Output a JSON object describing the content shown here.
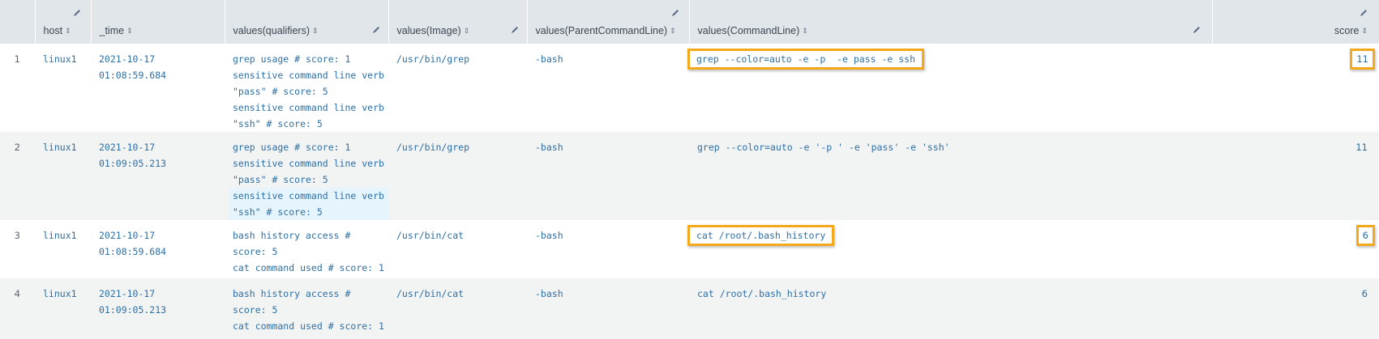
{
  "table": {
    "columns": [
      {
        "label": "",
        "sortable": false
      },
      {
        "label": "host",
        "sortable": true,
        "edit_icon": "top"
      },
      {
        "label": "_time",
        "sortable": true
      },
      {
        "label": "values(qualifiers)",
        "sortable": true,
        "edit_icon": "side"
      },
      {
        "label": "values(Image)",
        "sortable": true,
        "edit_icon": "side"
      },
      {
        "label": "values(ParentCommandLine)",
        "sortable": true,
        "edit_icon": "top"
      },
      {
        "label": "values(CommandLine)",
        "sortable": true,
        "edit_icon": "side"
      },
      {
        "label": "score",
        "sortable": true,
        "edit_icon": "top"
      }
    ],
    "sort_icon": "⇕",
    "rows": [
      {
        "index": "1",
        "host": "linux1",
        "time_date": "2021-10-17",
        "time_clock": "01:08:59.684",
        "qualifiers": [
          "grep usage # score: 1",
          "sensitive command line verb",
          "\"pass\" # score: 5",
          "sensitive command line verb",
          "\"ssh\" # score: 5"
        ],
        "image": "/usr/bin/grep",
        "parent_command_line": "-bash",
        "command_line": "grep --color=auto -e -p  -e pass -e ssh",
        "score": "11",
        "highlighted": true
      },
      {
        "index": "2",
        "host": "linux1",
        "time_date": "2021-10-17",
        "time_clock": "01:09:05.213",
        "qualifiers": [
          "grep usage # score: 1",
          "sensitive command line verb",
          "\"pass\" # score: 5",
          "sensitive command line verb",
          "\"ssh\" # score: 5"
        ],
        "image": "/usr/bin/grep",
        "parent_command_line": "-bash",
        "command_line": "grep --color=auto -e '-p ' -e 'pass' -e 'ssh'",
        "score": "11",
        "highlighted": false
      },
      {
        "index": "3",
        "host": "linux1",
        "time_date": "2021-10-17",
        "time_clock": "01:08:59.684",
        "qualifiers": [
          "bash history access #",
          "score: 5",
          "cat command used # score: 1"
        ],
        "image": "/usr/bin/cat",
        "parent_command_line": "-bash",
        "command_line": "cat /root/.bash_history",
        "score": "6",
        "highlighted": true
      },
      {
        "index": "4",
        "host": "linux1",
        "time_date": "2021-10-17",
        "time_clock": "01:09:05.213",
        "qualifiers": [
          "bash history access #",
          "score: 5",
          "cat command used # score: 1"
        ],
        "image": "/usr/bin/cat",
        "parent_command_line": "-bash",
        "command_line": "cat /root/.bash_history",
        "score": "6",
        "highlighted": false
      }
    ]
  },
  "colors": {
    "header_bg": "#e1e6eb",
    "row_alt_bg": "#f2f3f3",
    "value_text": "#2d6fa5",
    "highlight_box": "#f4a91d",
    "hover_cell": "#e6f5fd"
  }
}
